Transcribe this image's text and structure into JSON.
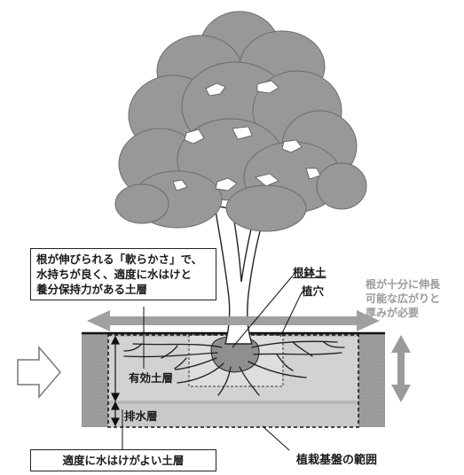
{
  "labels": {
    "top_note": [
      "根が伸びられる「軟らかさ」で、",
      "水持ちが良く、適度に水はけと",
      "養分保持力がある土層"
    ],
    "root_ball_soil": "根鉢土",
    "planting_hole": "植穴",
    "side_note": [
      "根が十分に伸長",
      "可能な広がりと",
      "厚みが必要"
    ],
    "effective_layer": "有効土層",
    "drainage_layer": "排水層",
    "bottom_note": "適度に水はけがよい土層",
    "planting_base": "植栽基盤の範囲"
  }
}
